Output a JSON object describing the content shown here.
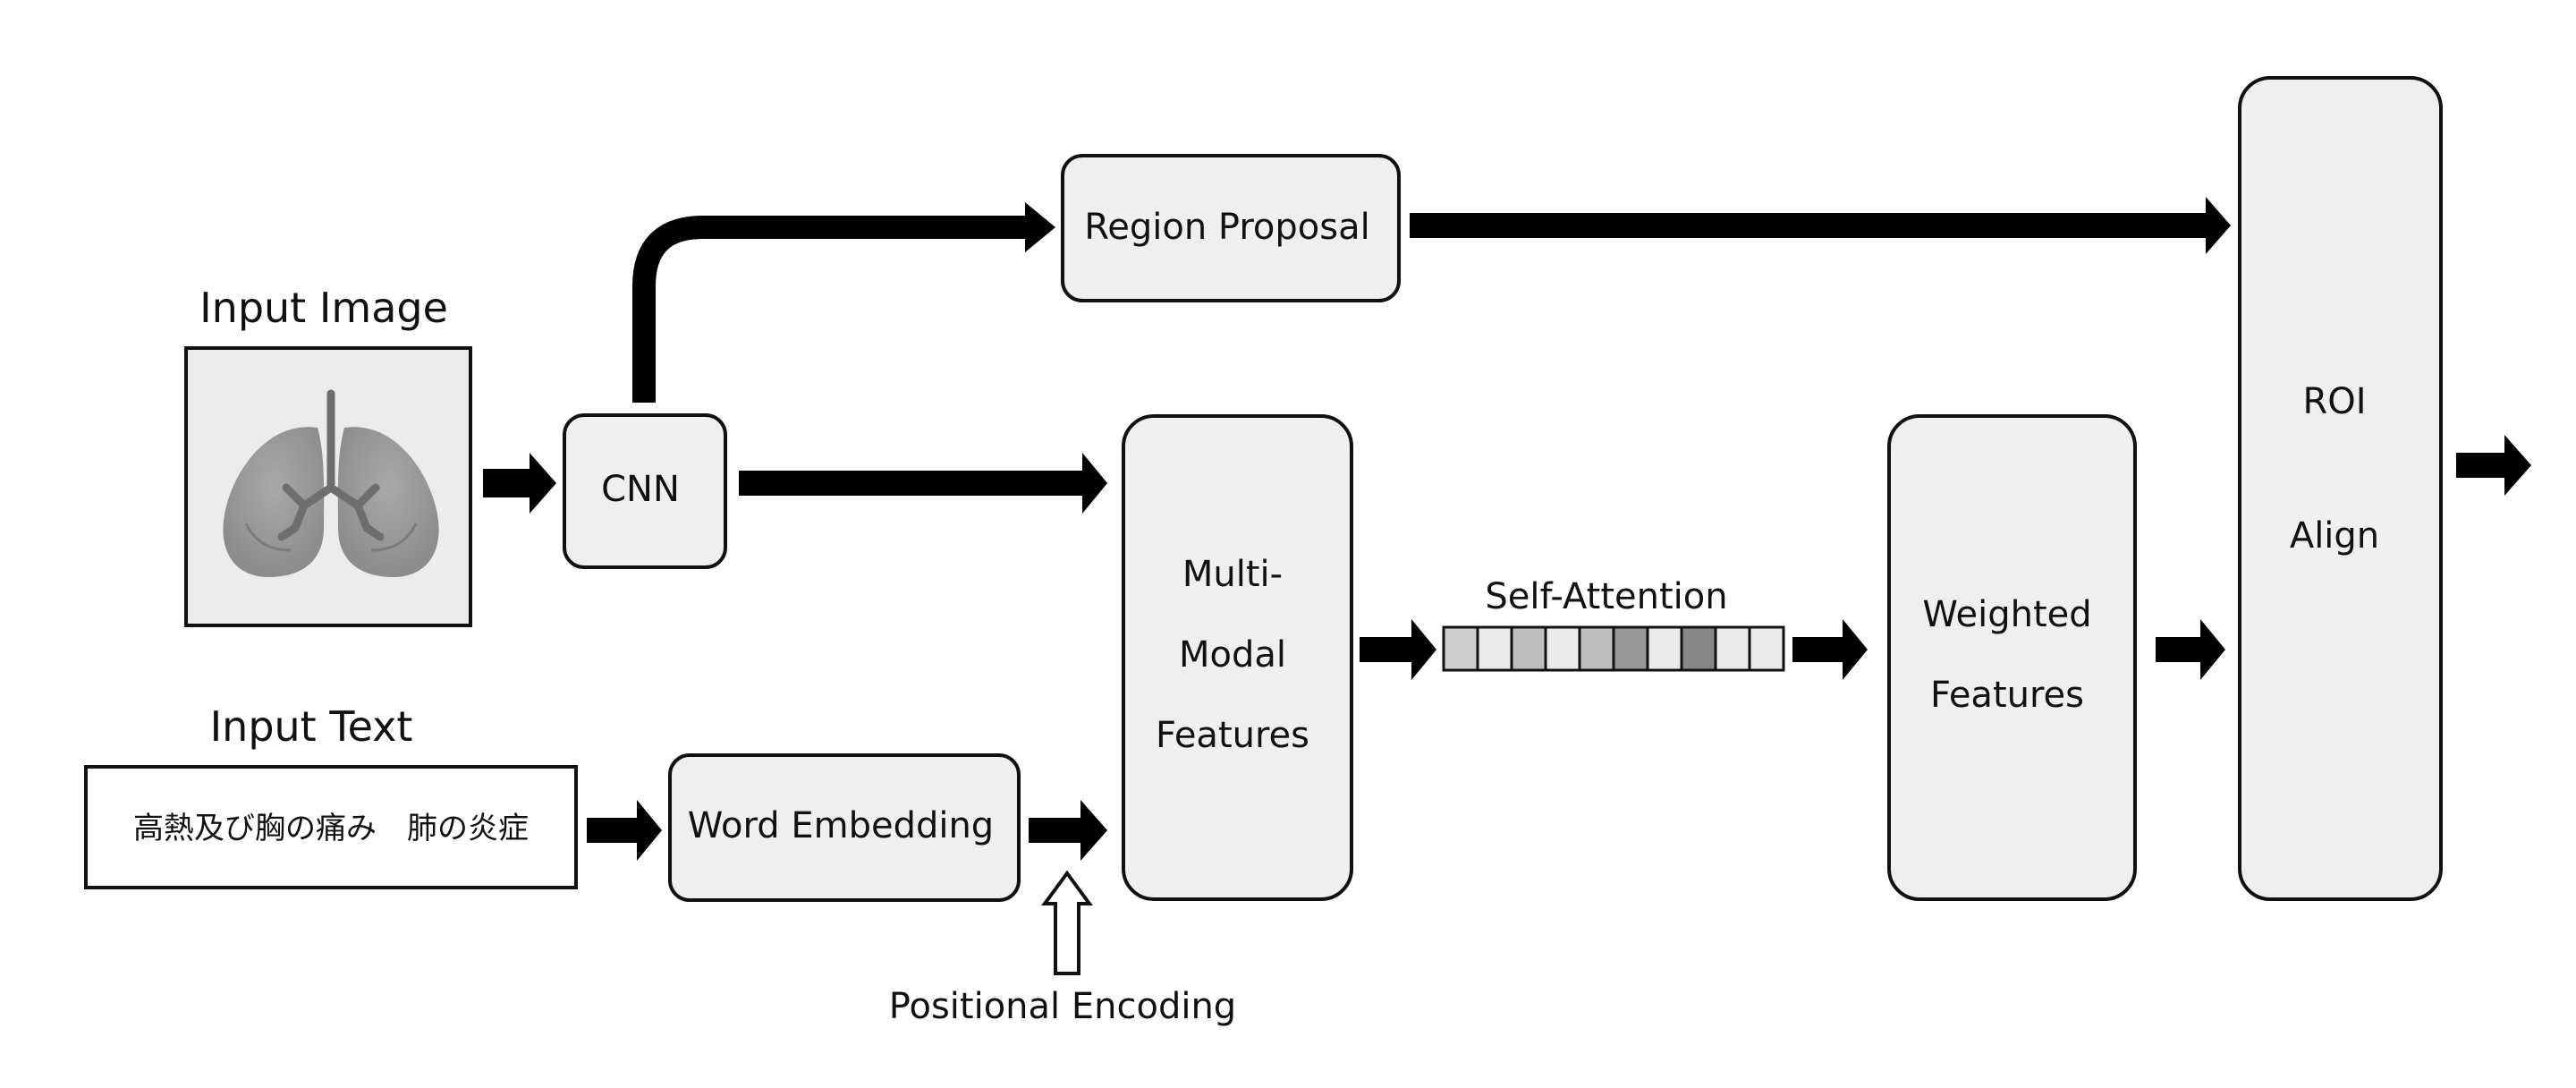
{
  "labels": {
    "input_image": "Input Image",
    "input_text": "Input Text",
    "input_text_content": "高熱及び胸の痛み　肺の炎症",
    "cnn": "CNN",
    "region_proposal": "Region Proposal",
    "word_embedding": "Word Embedding",
    "multimodal": [
      "Multi-",
      "Modal",
      "Features"
    ],
    "self_attention": "Self-Attention",
    "weighted": [
      "Weighted",
      "Features"
    ],
    "roi": [
      "ROI",
      "Align"
    ],
    "positional_encoding": "Positional Encoding"
  },
  "colors": {
    "box_fill": "#efefef",
    "stroke": "#111111",
    "arrow": "#000000"
  },
  "attention_cells": [
    0.12,
    0.02,
    0.18,
    0.02,
    0.18,
    0.32,
    0.02,
    0.38,
    0.02,
    0.02
  ],
  "icons": {
    "lung": "lung-icon"
  }
}
